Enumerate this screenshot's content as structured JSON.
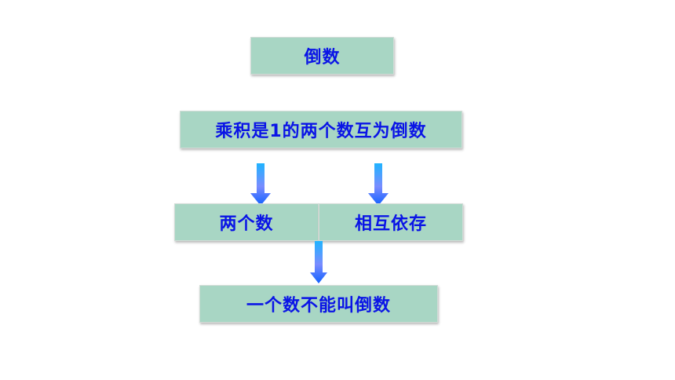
{
  "diagram": {
    "title": "倒数",
    "definition": "乘积是1的两个数互为倒数",
    "branch_left": "两个数",
    "branch_right": "相互依存",
    "conclusion": "一个数不能叫倒数",
    "colors": {
      "box_fill": "#a8d6c4",
      "text": "#0a14e6",
      "arrow_top": "#1fb4ff",
      "arrow_mid": "#7a8cff",
      "arrow_bottom": "#1060ff"
    }
  }
}
